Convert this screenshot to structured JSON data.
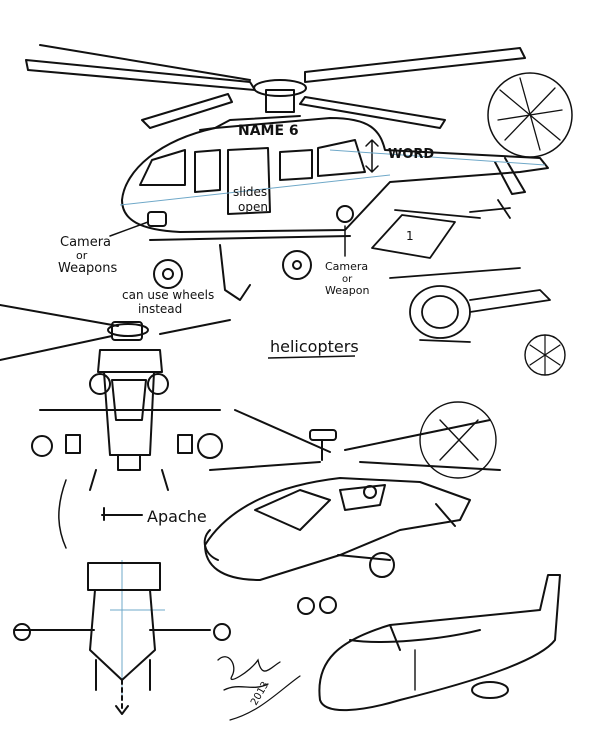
{
  "labels": {
    "name_plate": "NAME 6",
    "word": "WORD",
    "slides_line1": "slides",
    "slides_line2": "open",
    "camera_left_1": "Camera",
    "camera_left_2": "or",
    "camera_left_3": "Weapons",
    "camera_right_1": "Camera",
    "camera_right_2": "or",
    "camera_right_3": "Weapon",
    "wheels_1": "can use wheels",
    "wheels_2": "instead",
    "small_number": "1",
    "helicopters": "helicopters",
    "apache": "Apache",
    "signature_year": "2013"
  },
  "colors": {
    "ink": "#111111",
    "guide": "#6fa8c8",
    "paper": "#ffffff"
  }
}
